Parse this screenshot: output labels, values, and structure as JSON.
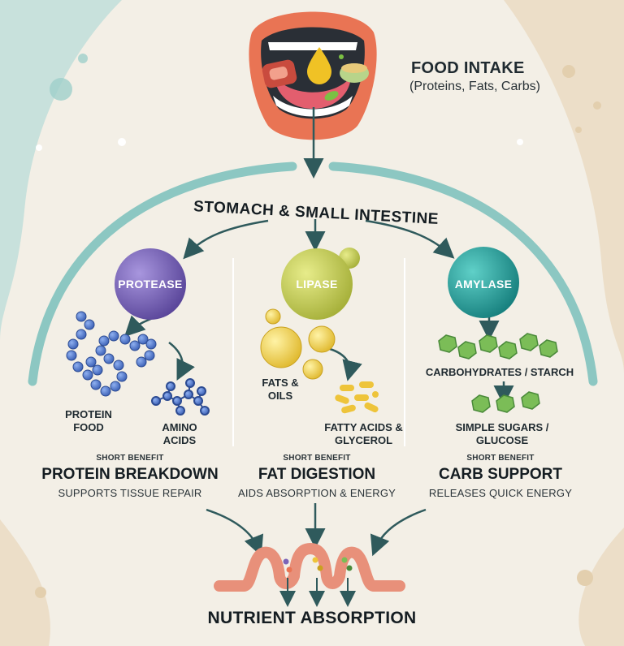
{
  "food": {
    "title": "FOOD INTAKE",
    "subtitle": "(Proteins, Fats, Carbs)"
  },
  "stage_label": "STOMACH & SMALL INTESTINE",
  "columns": [
    {
      "enzyme": "PROTEASE",
      "color": "#7b64b8",
      "input": "PROTEIN FOOD",
      "output": "AMINO ACIDS",
      "short": "SHORT BENEFIT",
      "benefit": "PROTEIN BREAKDOWN",
      "detail": "SUPPORTS TISSUE REPAIR"
    },
    {
      "enzyme": "LIPASE",
      "color": "#c3cc52",
      "input": "FATS & OILS",
      "output": "FATTY ACIDS & GLYCEROL",
      "short": "SHORT BENEFIT",
      "benefit": "FAT DIGESTION",
      "detail": "AIDS ABSORPTION & ENERGY"
    },
    {
      "enzyme": "AMYLASE",
      "color": "#2aa5a1",
      "input": "CARBOHYDRATES / STARCH",
      "output": "SIMPLE SUGARS / GLUCOSE",
      "short": "SHORT BENEFIT",
      "benefit": "CARB SUPPORT",
      "detail": "RELEASES QUICK ENERGY"
    }
  ],
  "result": "NUTRIENT ABSORPTION",
  "colors": {
    "arc": "#8cc7c2",
    "arrow": "#2f5a5c",
    "lips": "#e97454",
    "villi": "#e8907a"
  }
}
